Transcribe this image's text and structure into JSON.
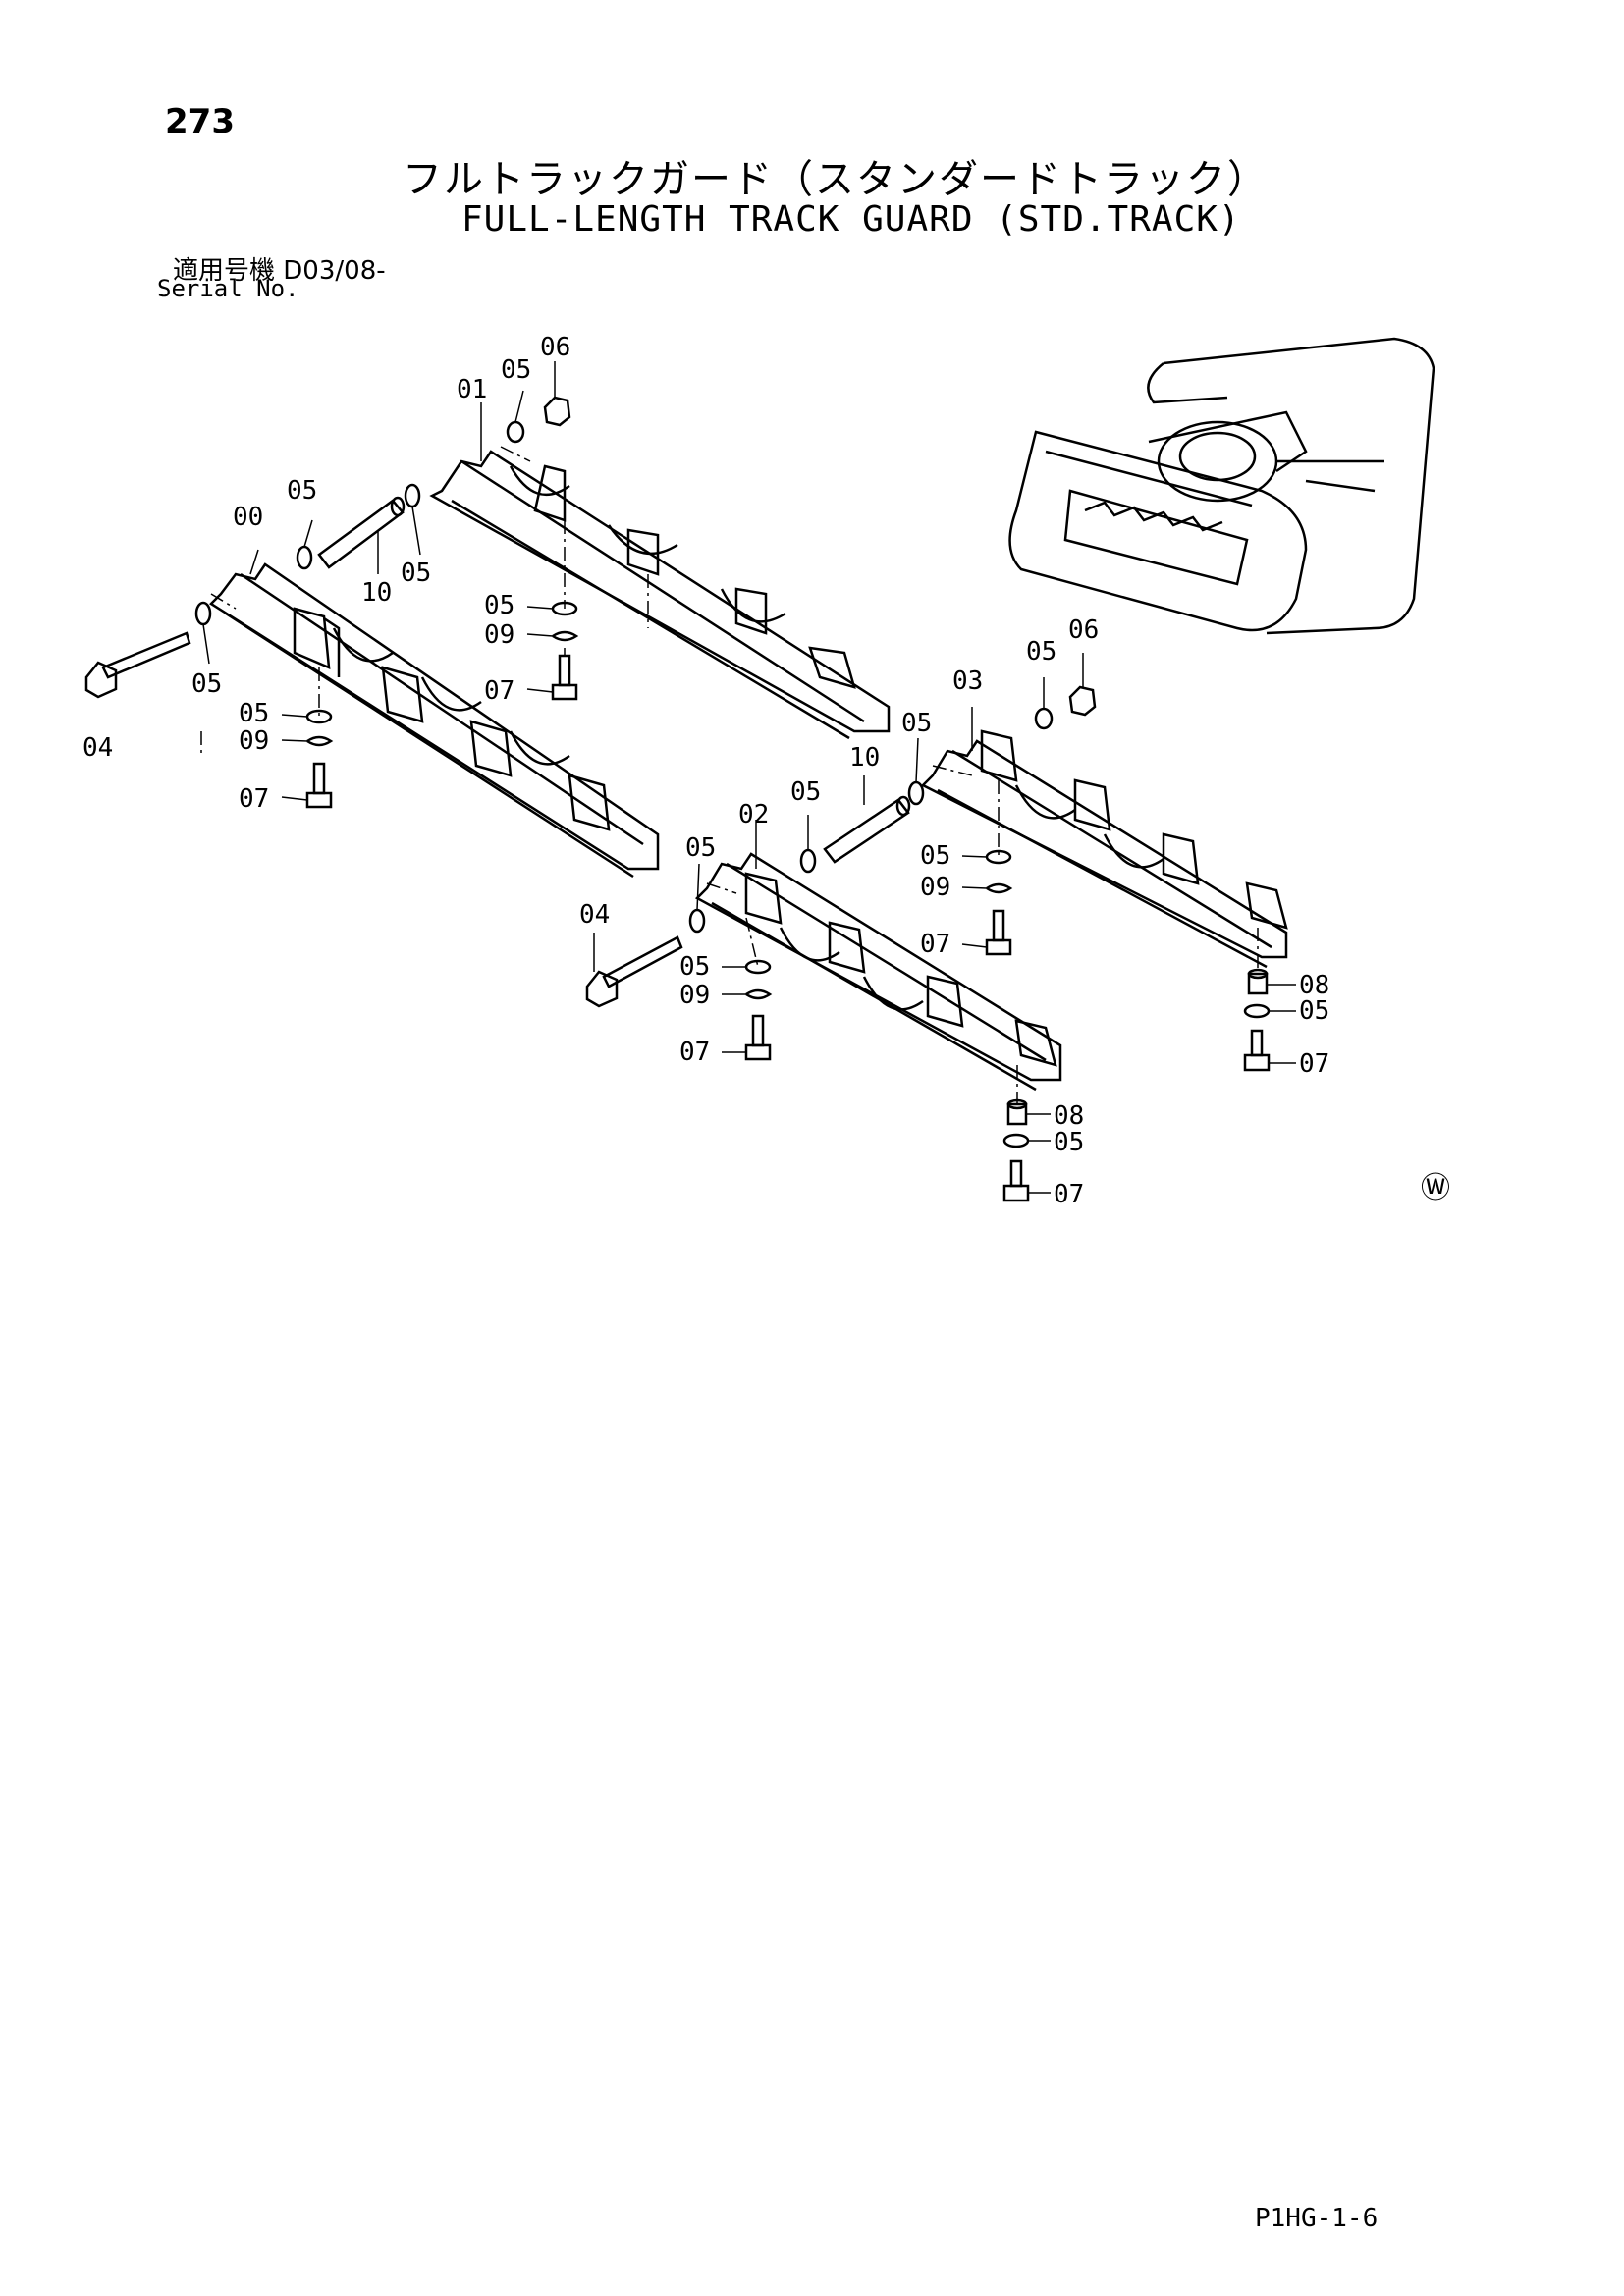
{
  "header": {
    "page_number": "273",
    "title_jp": "フルトラックガード（スタンダードトラック）",
    "title_en": "FULL-LENGTH TRACK GUARD (STD.TRACK)",
    "serial_label_jp": "適用号機",
    "serial_value": "D03/08-",
    "serial_label_en": "Serial No."
  },
  "callouts": {
    "c00": "00",
    "c01": "01",
    "c02": "02",
    "c03": "03",
    "c04": "04",
    "c05": "05",
    "c06": "06",
    "c07": "07",
    "c08": "08",
    "c09": "09",
    "c10": "10"
  },
  "mark": "Ⓦ",
  "footer": {
    "code": "P1HG-1-6"
  }
}
